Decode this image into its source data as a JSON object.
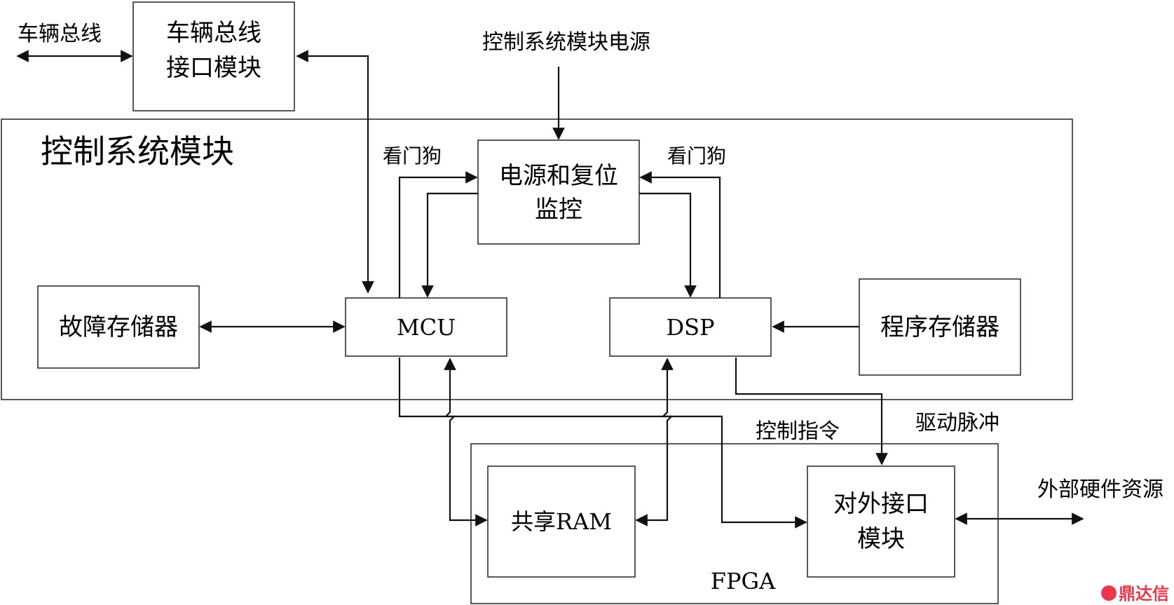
{
  "external": {
    "vehicle_bus": "车辆总线",
    "control_power": "控制系统模块电源",
    "external_hw": "外部硬件资源"
  },
  "blocks": {
    "bus_interface": {
      "line1": "车辆总线",
      "line2": "接口模块"
    },
    "control_system": "控制系统模块",
    "power_reset": {
      "line1": "电源和复位",
      "line2": "监控"
    },
    "fault_storage": "故障存储器",
    "mcu": "MCU",
    "dsp": "DSP",
    "program_storage": "程序存储器",
    "fpga": "FPGA",
    "shared_ram": "共享RAM",
    "ext_interface": {
      "line1": "对外接口",
      "line2": "模块"
    }
  },
  "signals": {
    "watchdog_left": "看门狗",
    "watchdog_right": "看门狗",
    "control_cmd": "控制指令",
    "drive_pulse": "驱动脉冲"
  },
  "watermark": "鼎达信"
}
